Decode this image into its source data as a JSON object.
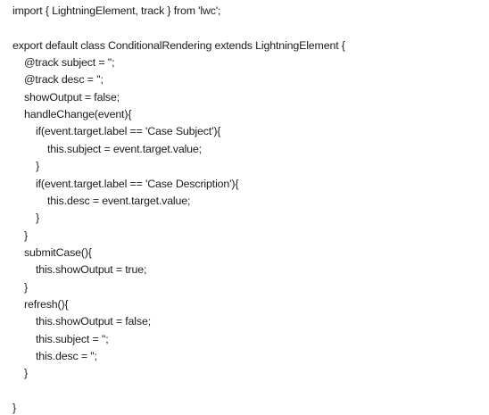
{
  "lines": [
    {
      "text": "import { LightningElement, track } from 'lwc';",
      "indent": 0
    },
    {
      "text": "",
      "indent": 0
    },
    {
      "text": "export default class ConditionalRendering extends LightningElement {",
      "indent": 0
    },
    {
      "text": "@track subject = '';",
      "indent": 1
    },
    {
      "text": "@track desc = '';",
      "indent": 1
    },
    {
      "text": "showOutput = false;",
      "indent": 1
    },
    {
      "text": "handleChange(event){",
      "indent": 1
    },
    {
      "text": "if(event.target.label == 'Case Subject'){",
      "indent": 2
    },
    {
      "text": "this.subject = event.target.value;",
      "indent": 3
    },
    {
      "text": "}",
      "indent": 2
    },
    {
      "text": "if(event.target.label == 'Case Description'){",
      "indent": 2
    },
    {
      "text": "this.desc = event.target.value;",
      "indent": 3
    },
    {
      "text": "}",
      "indent": 2
    },
    {
      "text": "}",
      "indent": 1
    },
    {
      "text": "submitCase(){",
      "indent": 1
    },
    {
      "text": "this.showOutput = true;",
      "indent": 2
    },
    {
      "text": "}",
      "indent": 1
    },
    {
      "text": "refresh(){",
      "indent": 1
    },
    {
      "text": "this.showOutput = false;",
      "indent": 2
    },
    {
      "text": "this.subject = '';",
      "indent": 2
    },
    {
      "text": "this.desc = '';",
      "indent": 2
    },
    {
      "text": "}",
      "indent": 1
    },
    {
      "text": "",
      "indent": 0
    },
    {
      "text": "}",
      "indent": 0
    }
  ]
}
